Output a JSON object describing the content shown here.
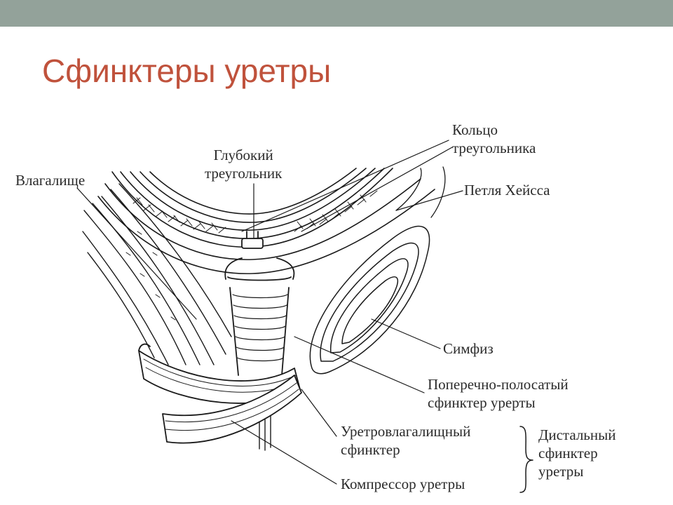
{
  "slide": {
    "title": "Сфинктеры уретры",
    "bar_color": "#93a29a",
    "title_color": "#c0523c"
  },
  "labels": {
    "vagina": "Влагалище",
    "deep_trigone": [
      "Глубокий",
      "треугольник"
    ],
    "trigone_ring": [
      "Кольцо",
      "треугольника"
    ],
    "heiss_loop": "Петля Хейсса",
    "symphysis": "Симфиз",
    "striated_sphincter": [
      "Поперечно-полосатый",
      "сфинктер урерты"
    ],
    "urethrovaginal_sphincter": [
      "Уретровлагалищный",
      "сфинктер"
    ],
    "compressor": "Компрессор уретры",
    "distal_sphincter": [
      "Дистальный",
      "сфинктер",
      "уретры"
    ]
  }
}
